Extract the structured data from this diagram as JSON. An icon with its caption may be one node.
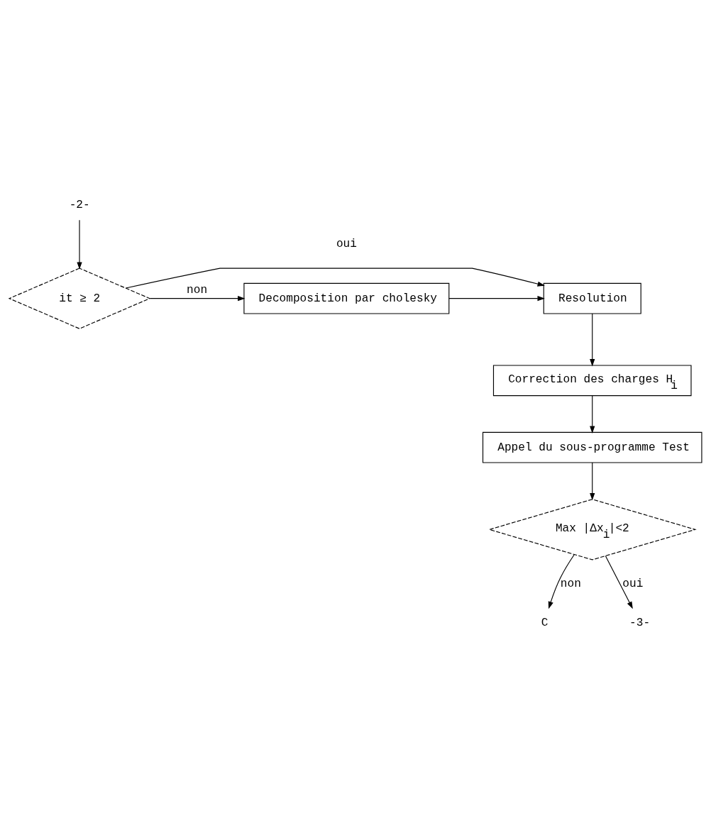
{
  "diagram": {
    "nodes": [
      {
        "text": [
          "-2-"
        ]
      },
      {
        "text": [
          "it ≥ 2"
        ]
      },
      {
        "text": [
          "Decomposition par cholesky"
        ]
      },
      {
        "text": [
          "Resolution"
        ]
      },
      {
        "text": [
          "Correction des charges H$_{i}$"
        ]
      },
      {
        "text": [
          "Appel du sous-programme Test"
        ]
      },
      {
        "text": [
          "Max |Δx$_{i}$|<2"
        ]
      },
      {
        "text": [
          "C"
        ]
      },
      {
        "text": [
          "-3-"
        ]
      }
    ],
    "edges": [
      {
        "from": 0,
        "to": 1,
        "arrow": "to"
      },
      {
        "from": 1,
        "to": 2,
        "arrow": "to",
        "label": "non"
      },
      {
        "from": 1,
        "to": 3,
        "arrow": "to",
        "label": "oui"
      },
      {
        "from": 2,
        "to": 3,
        "arrow": "to"
      },
      {
        "from": 3,
        "to": 4,
        "arrow": "to"
      },
      {
        "from": 4,
        "to": 5,
        "arrow": "to"
      },
      {
        "from": 5,
        "to": 6,
        "arrow": "to"
      },
      {
        "from": 6,
        "to": 7,
        "arrow": "to",
        "label": "non"
      },
      {
        "from": 6,
        "to": 8,
        "arrow": "to",
        "label": "oui"
      }
    ]
  }
}
